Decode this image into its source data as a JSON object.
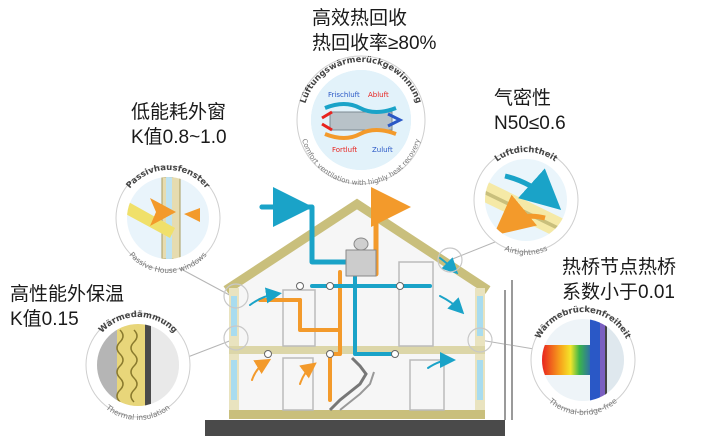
{
  "callouts": {
    "heat_recovery": {
      "title": "高效热回收",
      "value": "热回收率≥80%"
    },
    "airtight": {
      "title": "气密性",
      "value": "N50≤0.6"
    },
    "windows": {
      "title": "低能耗外窗",
      "value": "K值0.8~1.0"
    },
    "insulation": {
      "title": "高性能外保温",
      "value": "K值0.15"
    },
    "thermal_bridge": {
      "title": "热桥节点热桥",
      "value": "系数小于0.01"
    }
  },
  "badges": {
    "ventilation": {
      "arc_top": "Lüftungswärmerückgewinnung",
      "arc_bottom": "Comfort ventilation with highly heat recovery",
      "labels": [
        "Frischluft",
        "Abluft",
        "Fortluft",
        "Zuluft"
      ]
    },
    "window": {
      "arc_top": "Passivhausfenster",
      "arc_bottom": "Passive House windows"
    },
    "airtightness": {
      "arc_top": "Luftdichtheit",
      "arc_bottom": "Airtightness"
    },
    "insulation": {
      "arc_top": "Wärmedämmung",
      "arc_bottom": "Thermal insulation"
    },
    "thermal_bridge": {
      "arc_top": "Wärmebrückenfreiheit",
      "arc_bottom": "Thermal-bridge-free"
    }
  },
  "colors": {
    "fresh_air": "#1aa3c8",
    "exhaust_air": "#f39a2b",
    "roof": "#c9bf7c",
    "wall": "#f2f2f2",
    "leader": "#b5b5b5"
  }
}
